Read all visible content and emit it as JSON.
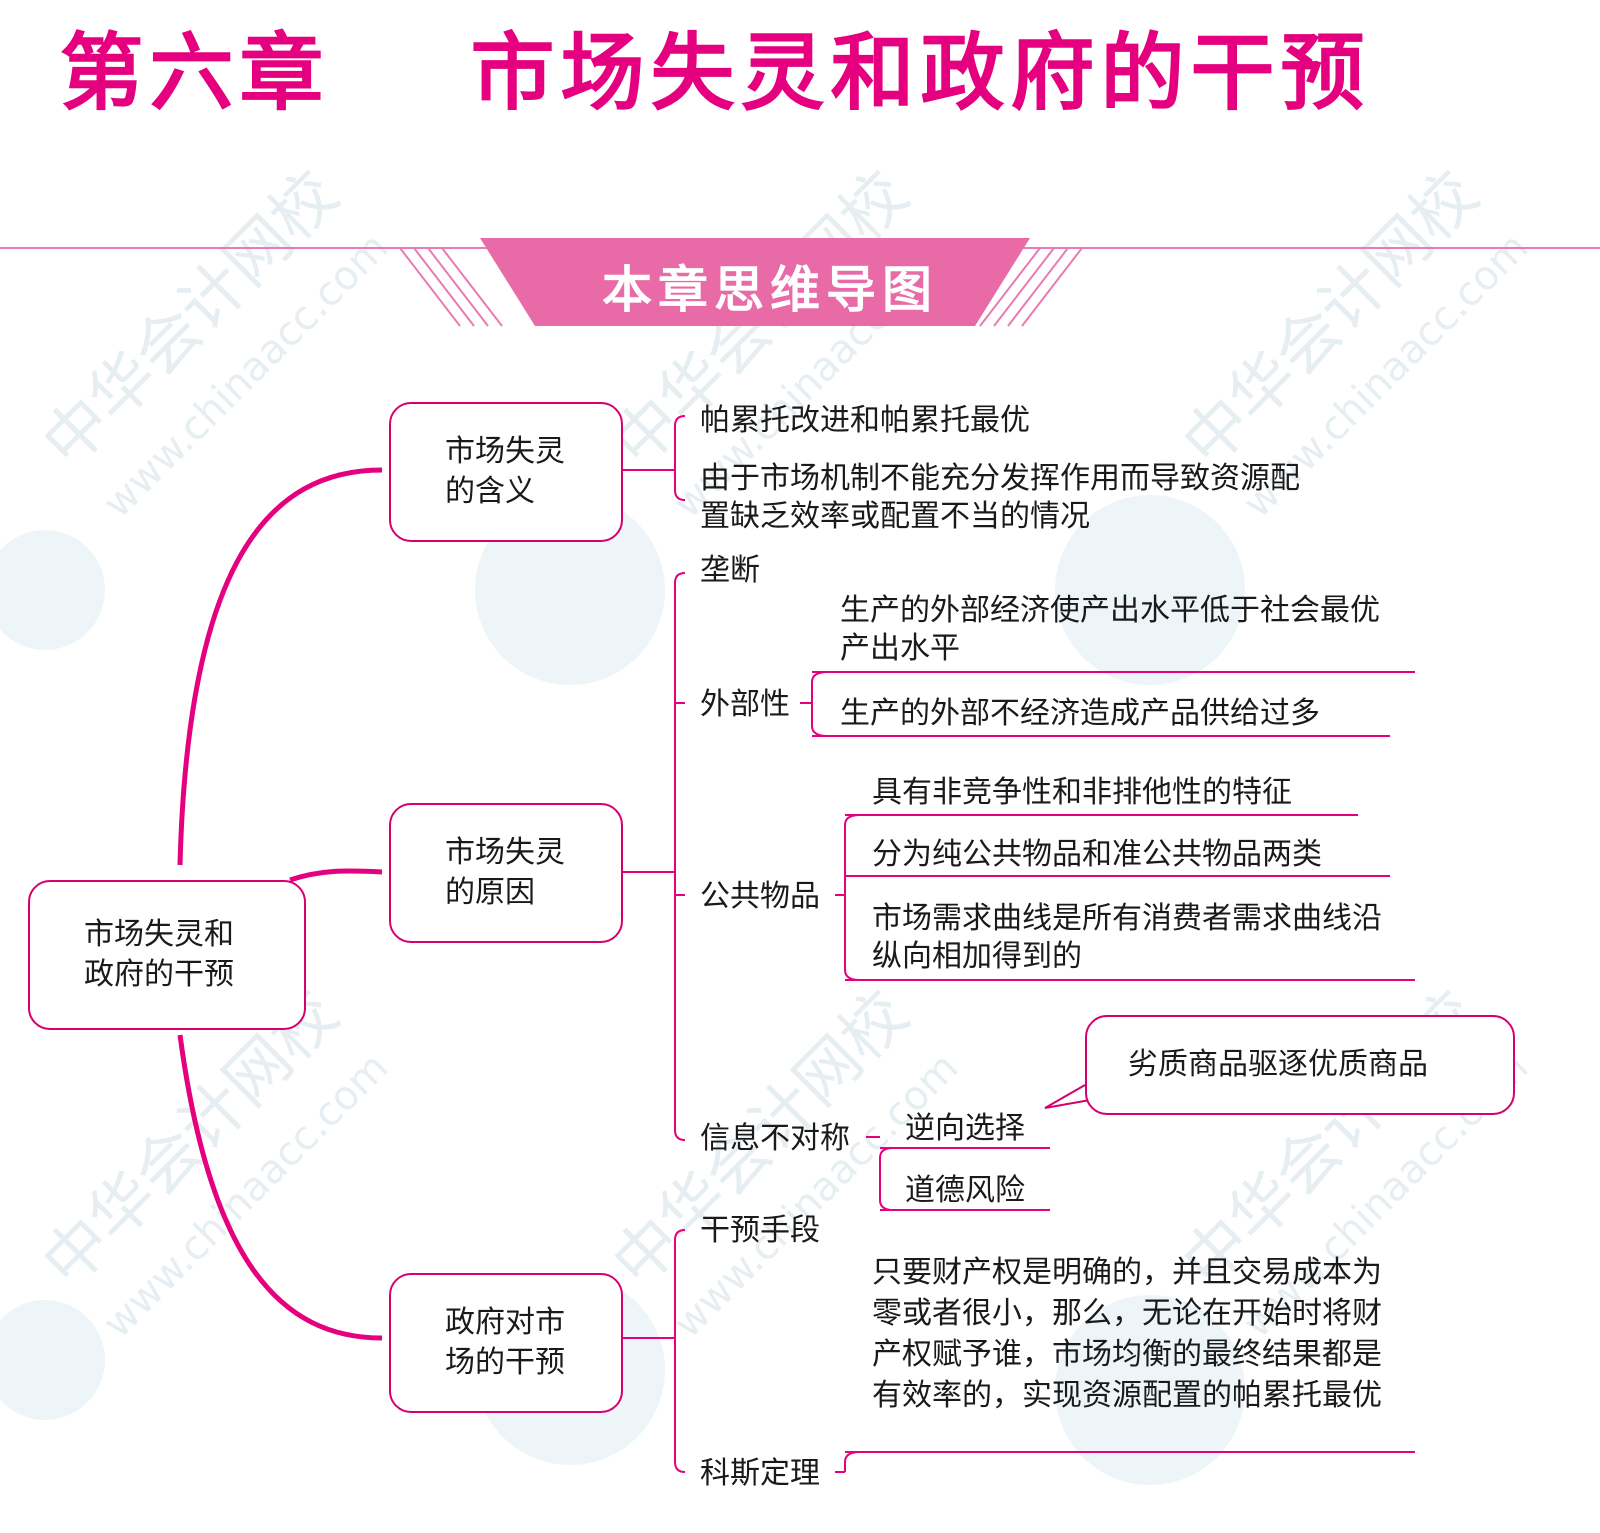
{
  "chapter_title": "第六章    市场失灵和政府的干预",
  "banner": "本章思维导图",
  "watermark": {
    "brand": "中华会计网校",
    "url": "www.chinaacc.com"
  },
  "root": "市场失灵和政府的干预",
  "branches": {
    "meaning": {
      "label": "市场失灵的含义",
      "items": [
        "帕累托改进和帕累托最优",
        "由于市场机制不能充分发挥作用而导致资源配置缺乏效率或配置不当的情况"
      ]
    },
    "causes": {
      "label": "市场失灵的原因",
      "monopoly": "垄断",
      "externality": {
        "label": "外部性",
        "items": [
          "生产的外部经济使产出水平低于社会最优产出水平",
          "生产的外部不经济造成产品供给过多"
        ]
      },
      "public_goods": {
        "label": "公共物品",
        "items": [
          "具有非竞争性和非排他性的特征",
          "分为纯公共物品和准公共物品两类",
          "市场需求曲线是所有消费者需求曲线沿纵向相加得到的"
        ]
      },
      "info_asymmetry": {
        "label": "信息不对称",
        "adverse_selection": "逆向选择",
        "adverse_selection_note": "劣质商品驱逐优质商品",
        "moral_hazard": "道德风险"
      }
    },
    "intervention": {
      "label": "政府对市场的干预",
      "means": "干预手段",
      "coase": {
        "label": "科斯定理",
        "text": "只要财产权是明确的，并且交易成本为零或者很小，那么，无论在开始时将财产权赋予谁，市场均衡的最终结果都是有效率的，实现资源配置的帕累托最优"
      }
    }
  }
}
